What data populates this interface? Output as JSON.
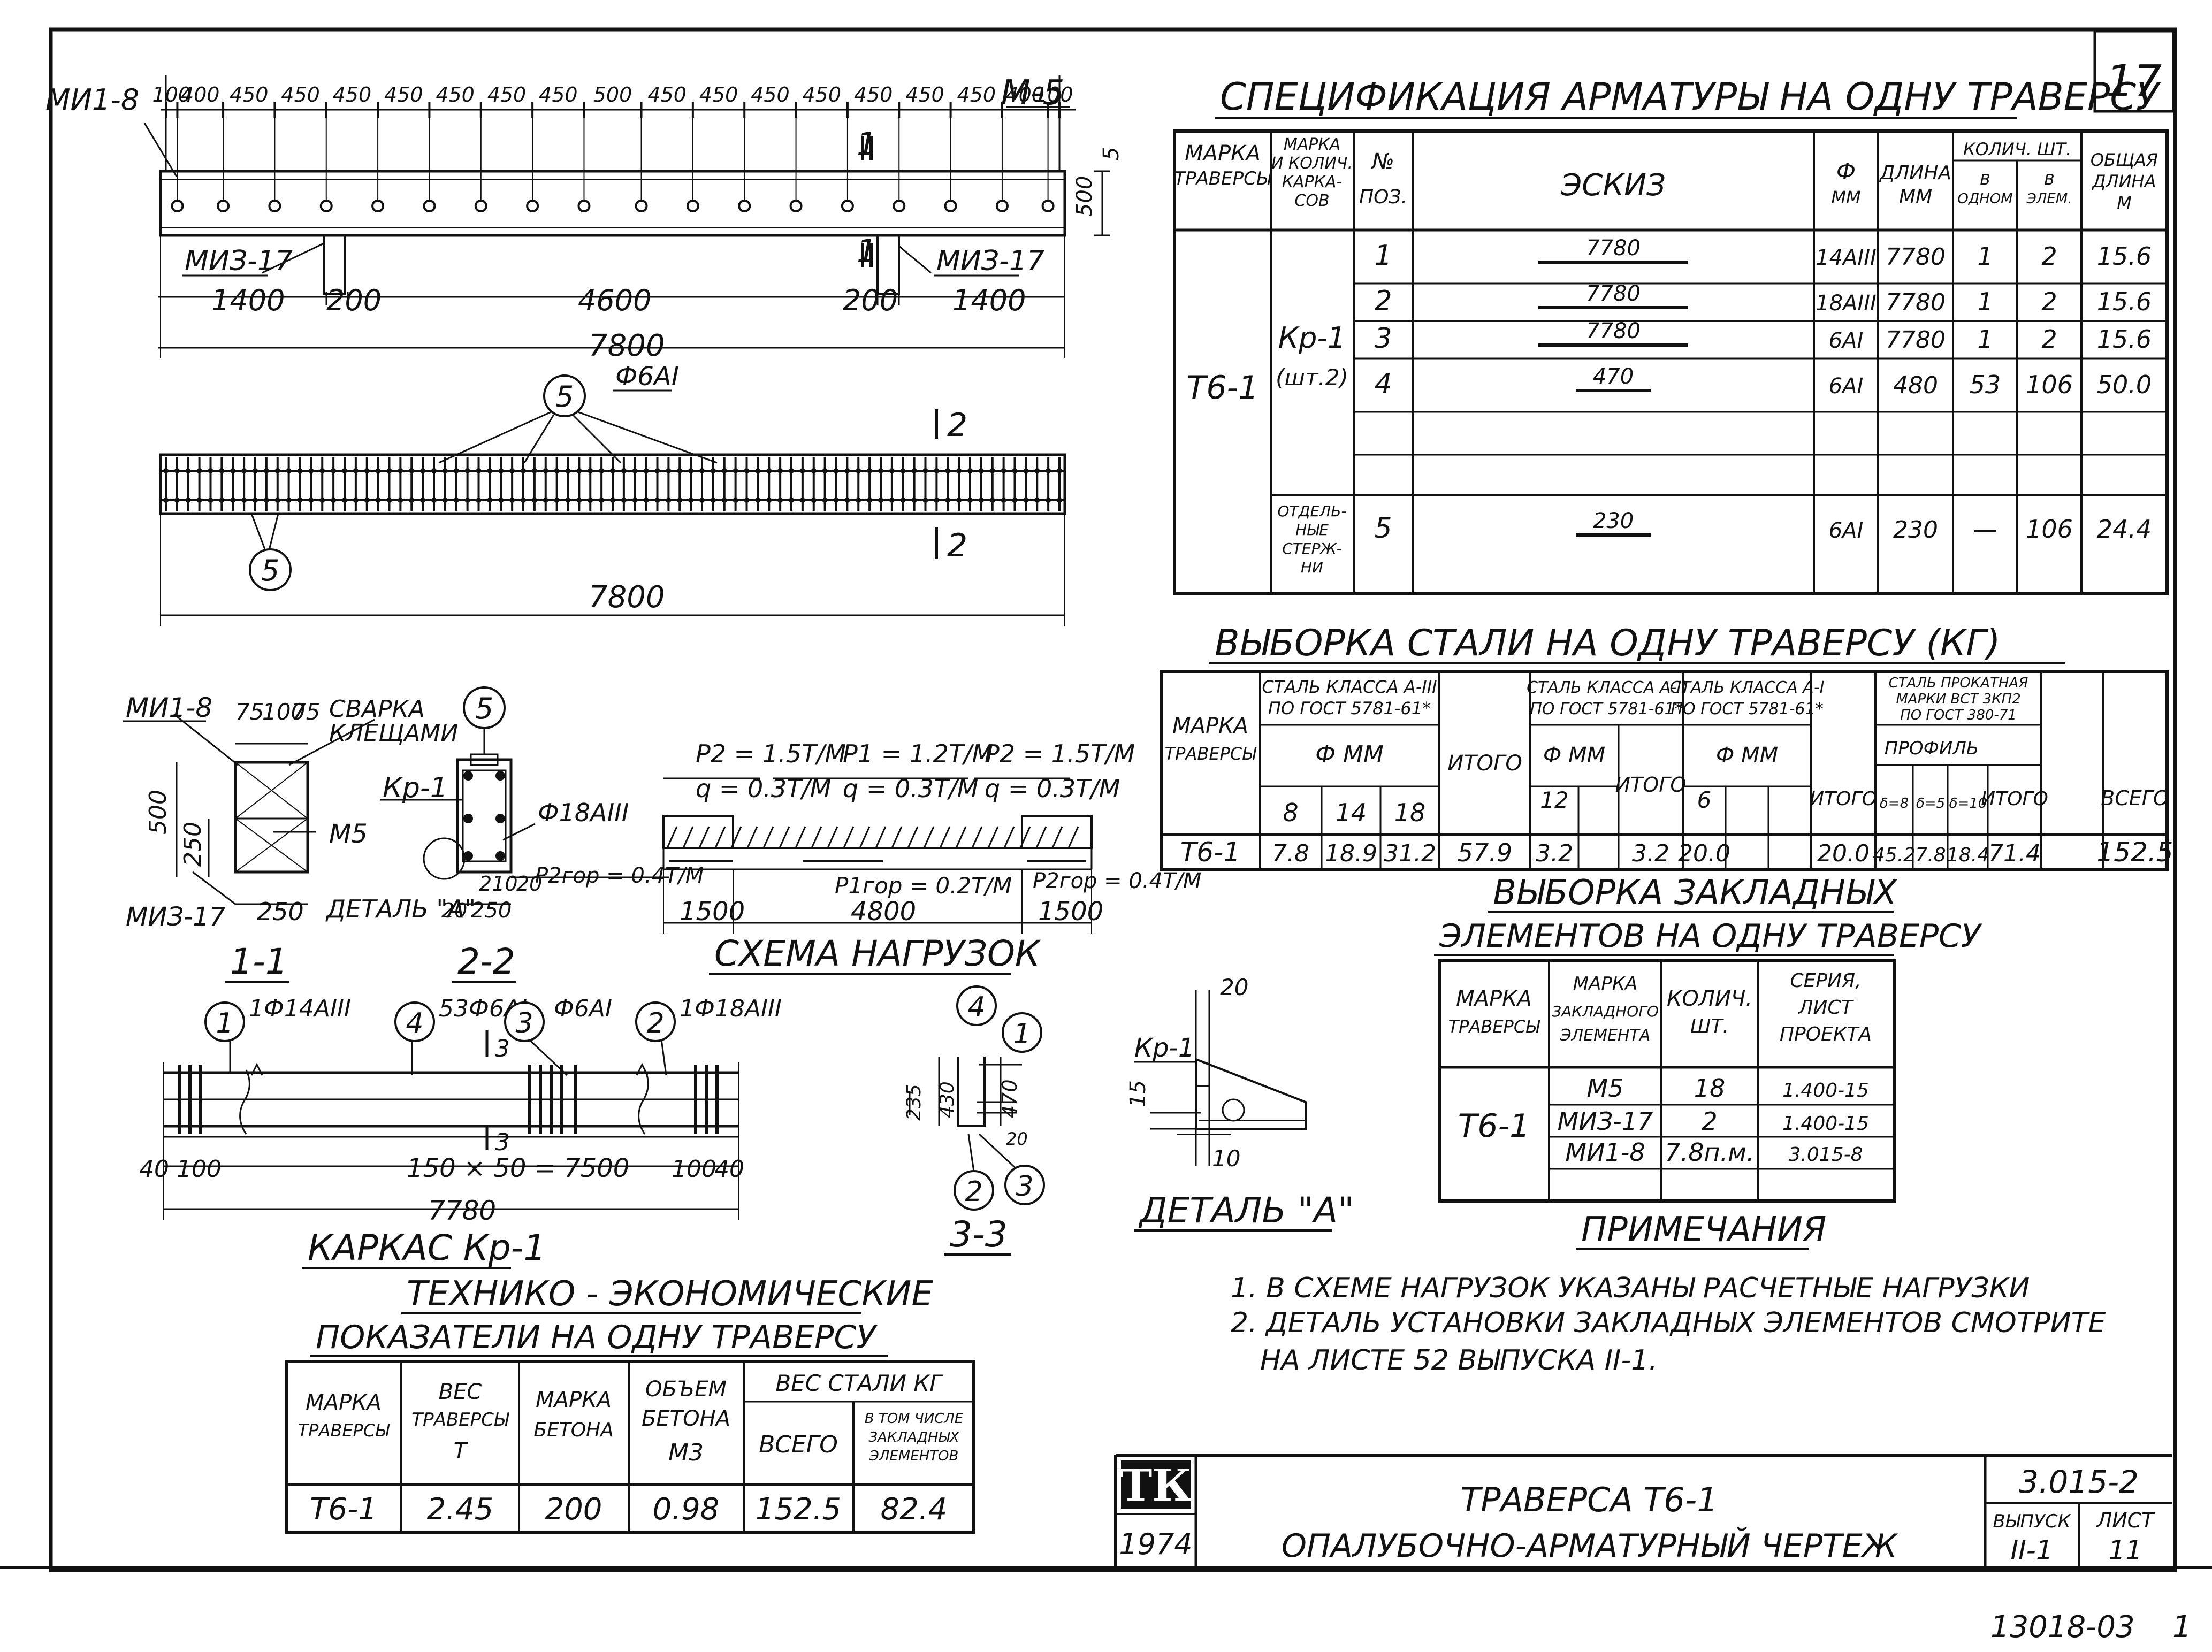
{
  "sheet_number": "17",
  "footer_stamp": "13018-03",
  "spec": {
    "title": "СПЕЦИФИКАЦИЯ  АРМАТУРЫ НА ОДНУ ТРАВЕРСУ",
    "headers": {
      "mark": [
        "МАРКА",
        "ТРАВЕРСЫ"
      ],
      "frame": [
        "МАРКА",
        "И КОЛИЧ.",
        "КАРКА-",
        "СОВ"
      ],
      "pos": [
        "№",
        "ПОЗ."
      ],
      "sketch": "ЭСКИЗ",
      "diam": [
        "Ф",
        "ММ"
      ],
      "len": [
        "ДЛИНА",
        "ММ"
      ],
      "count": "КОЛИЧ. ШТ.",
      "in_one": [
        "В",
        "ОДНОМ"
      ],
      "in_all": [
        "В",
        "ЭЛЕМ."
      ],
      "total_len": [
        "ОБЩАЯ",
        "ДЛИНА",
        "М"
      ]
    },
    "traverse": "Т6-1",
    "frame_mark": "Кр-1",
    "frame_qty": "(шт.2)",
    "separate": [
      "ОТДЕЛЬ-",
      "НЫЕ",
      "СТЕРЖ-",
      "НИ"
    ],
    "rows": [
      {
        "pos": "1",
        "sketch": "7780",
        "d": "14АIII",
        "len": "7780",
        "n1": "1",
        "n2": "2",
        "total": "15.6"
      },
      {
        "pos": "2",
        "sketch": "7780",
        "d": "18АIII",
        "len": "7780",
        "n1": "1",
        "n2": "2",
        "total": "15.6"
      },
      {
        "pos": "3",
        "sketch": "7780",
        "d": "6AI",
        "len": "7780",
        "n1": "1",
        "n2": "2",
        "total": "15.6"
      },
      {
        "pos": "4",
        "sketch": "470",
        "d": "6AI",
        "len": "480",
        "n1": "53",
        "n2": "106",
        "total": "50.0"
      },
      {
        "pos": "5",
        "sketch": "230",
        "d": "6AI",
        "len": "230",
        "n1": "—",
        "n2": "106",
        "total": "24.4"
      }
    ]
  },
  "steel": {
    "title": "ВЫБОРКА  СТАЛИ  НА  ОДНУ ТРАВЕРСУ (КГ)",
    "h_mark": [
      "МАРКА",
      "ТРАВЕРСЫ"
    ],
    "h_a3": [
      "СТАЛЬ КЛАССА А-III",
      "ПО ГОСТ 5781-61*"
    ],
    "h_a2": [
      "СТАЛЬ КЛАССА А-II",
      "ПО ГОСТ 5781-61*"
    ],
    "h_a1": [
      "СТАЛЬ КЛАССА А-I",
      "ПО ГОСТ 5781-61*"
    ],
    "h_prof": [
      "СТАЛЬ ПРОКАТНАЯ",
      "МАРКИ ВСТ 3КП2",
      "ПО ГОСТ 380-71"
    ],
    "h_dmm": "Ф ММ",
    "h_itogo": "ИТОГО",
    "h_vsego": "ВСЕГО",
    "h_profile": "ПРОФИЛЬ",
    "diams_a3": [
      "8",
      "14",
      "18"
    ],
    "diam_a2": "12",
    "diam_a1": "6",
    "prof_cols": [
      "δ=8",
      "δ=5",
      "δ=10"
    ],
    "row": [
      "Т6-1",
      "7.8",
      "18.9",
      "31.2",
      "57.9",
      "3.2",
      "3.2",
      "20.0",
      "20.0",
      "45.2",
      "7.8",
      "18.4",
      "71.4",
      "152.5"
    ]
  },
  "embedded": {
    "title1": "ВЫБОРКА  ЗАКЛАДНЫХ",
    "title2": "ЭЛЕМЕНТОВ НА ОДНУ ТРАВЕРСУ",
    "h_mark": [
      "МАРКА",
      "ТРАВЕРСЫ"
    ],
    "h_el": [
      "МАРКА",
      "ЗАКЛАДНОГО",
      "ЭЛЕМЕНТА"
    ],
    "h_qty": [
      "КОЛИЧ.",
      "ШТ."
    ],
    "h_series": [
      "СЕРИЯ,",
      "ЛИСТ",
      "ПРОЕКТА"
    ],
    "traverse": "Т6-1",
    "rows": [
      {
        "el": "М5",
        "qty": "18",
        "series": "1.400-15"
      },
      {
        "el": "МИЗ-17",
        "qty": "2",
        "series": "1.400-15"
      },
      {
        "el": "МИ1-8",
        "qty": "7.8п.м.",
        "series": "3.015-8"
      }
    ]
  },
  "notes": {
    "title": "ПРИМЕЧАНИЯ",
    "lines": [
      "1. В СХЕМЕ НАГРУЗОК УКАЗАНЫ РАСЧЕТНЫЕ НАГРУЗКИ",
      "2. ДЕТАЛЬ УСТАНОВКИ ЗАКЛАДНЫХ ЭЛЕМЕНТОВ СМОТРИТЕ",
      "НА ЛИСТЕ 52 ВЫПУСКА II-1."
    ]
  },
  "tech": {
    "title1": "ТЕХНИКО - ЭКОНОМИЧЕСКИЕ",
    "title2": "ПОКАЗАТЕЛИ  НА  ОДНУ ТРАВЕРСУ",
    "h_mark": [
      "МАРКА",
      "ТРАВЕРСЫ"
    ],
    "h_weight": [
      "ВЕС",
      "ТРАВЕРСЫ",
      "Т"
    ],
    "h_concrete": [
      "МАРКА",
      "БЕТОНА"
    ],
    "h_volume": [
      "ОБЪЕМ",
      "БЕТОНА",
      "М3"
    ],
    "h_steel": "ВЕС СТАЛИ КГ",
    "h_total": "ВСЕГО",
    "h_incl": [
      "В ТОМ ЧИСЛЕ",
      "ЗАКЛАДНЫХ",
      "ЭЛЕМЕНТОВ"
    ],
    "row": [
      "Т6-1",
      "2.45",
      "200",
      "0.98",
      "152.5",
      "82.4"
    ]
  },
  "titleblock": {
    "logo": "ТК",
    "year": "1974",
    "name1": "ТРАВЕРСА  Т6-1",
    "name2": "ОПАЛУБОЧНО-АРМАТУРНЫЙ  ЧЕРТЕЖ",
    "series": "3.015-2",
    "h_issue": "ВЫПУСК",
    "issue": "II-1",
    "h_sheet": "ЛИСТ",
    "sheet": "11"
  },
  "drawing": {
    "m5": "М-5",
    "mi1_8": "МИ1-8",
    "miz_17": "МИЗ-17",
    "top_dims": [
      "100",
      "400",
      "450",
      "450",
      "450",
      "450",
      "450",
      "450",
      "450",
      "500",
      "450",
      "450",
      "450",
      "450",
      "450",
      "450",
      "450",
      "400",
      "100"
    ],
    "h_500": "500",
    "h_5": "5",
    "sec1_mark": "1",
    "bottom_dims": [
      "1400",
      "200",
      "4600",
      "200",
      "1400"
    ],
    "total_7800": "7800",
    "phi6ai": "Ф6АI",
    "pos5": "5",
    "sec2_mark": "2",
    "sec11": {
      "label": "1-1",
      "dims_top": [
        "75",
        "100",
        "75"
      ],
      "weld": [
        "СВАРКА",
        "КЛЕЩАМИ"
      ],
      "m5": "М5",
      "h500": "500",
      "h250": "250",
      "w250": "250"
    },
    "sec22": {
      "label": "2-2",
      "kr1": "Кр-1",
      "phi18": "Ф18АIII",
      "detail": "ДЕТАЛЬ \"А\"",
      "d210": "210",
      "d250": "250",
      "d20": "20",
      "d20b": "20"
    },
    "loads": {
      "title": "СХЕМА НАГРУЗОК",
      "p2l": "P2 = 1.5Т/М",
      "p1": "P1 = 1.2Т/М",
      "p2r": "P2 = 1.5Т/М",
      "ql": "q = 0.3Т/М",
      "qm": "q = 0.3Т/М",
      "qr": "q = 0.3Т/М",
      "hgl": "P2гор = 0.4Т/М",
      "hg1": "P1гор = 0.2Т/М",
      "hgr": "P2гор = 0.4Т/М",
      "d1500a": "1500",
      "d4800": "4800",
      "d1500b": "1500"
    },
    "frame": {
      "title": "КАРКАС Кр-1",
      "l1": "1Ф14АIII",
      "l4": "53Ф6АI",
      "l3": "Ф6АI",
      "l2": "1Ф18АIII",
      "mark3": "3",
      "d40a": "40",
      "d100a": "100",
      "mid": "150 × 50 = 7500",
      "d100b": "100",
      "d40b": "40",
      "total": "7780"
    },
    "sec33": {
      "label": "3-3",
      "d235": "235",
      "d430": "430",
      "d470": "470",
      "d20": "20"
    },
    "detailA": {
      "label": "ДЕТАЛЬ \"А\"",
      "kr1": "Кр-1",
      "d20": "20",
      "d15": "15",
      "d10": "10"
    }
  }
}
